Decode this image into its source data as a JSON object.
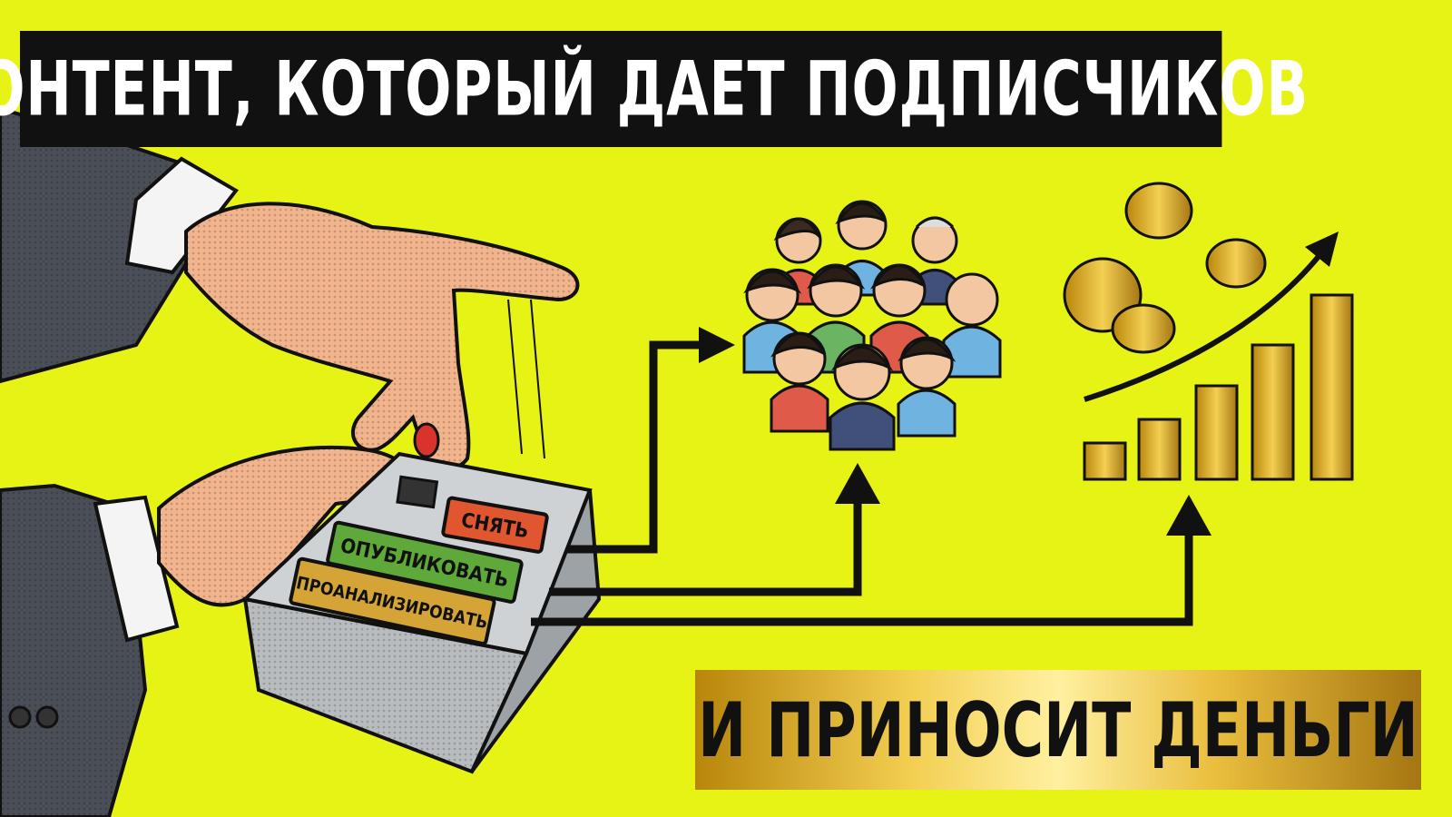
{
  "headline": "КОНТЕНТ, КОТОРЫЙ ДАЕТ ПОДПИСЧИКОВ",
  "tagline": "И ПРИНОСИТ ДЕНЬГИ",
  "control_panel": {
    "buttons": [
      {
        "label": "СНЯТЬ",
        "color": "#e0562e"
      },
      {
        "label": "ОПУБЛИКОВАТЬ",
        "color": "#5fa83a"
      },
      {
        "label": "ПРОАНАЛИЗИРОВАТЬ",
        "color": "#d4a437"
      }
    ]
  },
  "colors": {
    "background": "#e7f215",
    "banner": "#111111",
    "gold": "#e9bd3c",
    "arrow": "#111111"
  },
  "icons": [
    "hand-icon",
    "control-box-icon",
    "audience-group-icon",
    "gold-coin-icon",
    "growth-bar-chart-icon",
    "trend-arrow-icon"
  ]
}
